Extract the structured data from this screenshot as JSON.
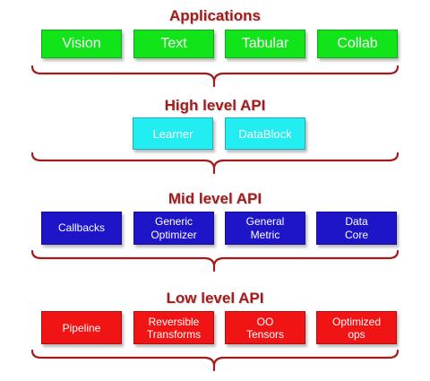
{
  "layers": {
    "applications": {
      "title": "Applications",
      "boxes": [
        "Vision",
        "Text",
        "Tabular",
        "Collab"
      ],
      "color": "#11e51a"
    },
    "high_level": {
      "title": "High level API",
      "boxes": [
        "Learner",
        "DataBlock"
      ],
      "color": "#22eef2"
    },
    "mid_level": {
      "title": "Mid level API",
      "boxes": [
        {
          "line1": "Callbacks",
          "line2": ""
        },
        {
          "line1": "Generic",
          "line2": "Optimizer"
        },
        {
          "line1": "General",
          "line2": "Metric"
        },
        {
          "line1": "Data",
          "line2": "Core"
        }
      ],
      "color": "#1e14c8"
    },
    "low_level": {
      "title": "Low level API",
      "boxes": [
        {
          "line1": "Pipeline",
          "line2": ""
        },
        {
          "line1": "Reversible",
          "line2": "Transforms"
        },
        {
          "line1": "OO",
          "line2": "Tensors"
        },
        {
          "line1": "Optimized",
          "line2": "ops"
        }
      ],
      "color": "#f01414"
    }
  },
  "title_color": "#a31c1c",
  "brace_color": "#a31c1c"
}
